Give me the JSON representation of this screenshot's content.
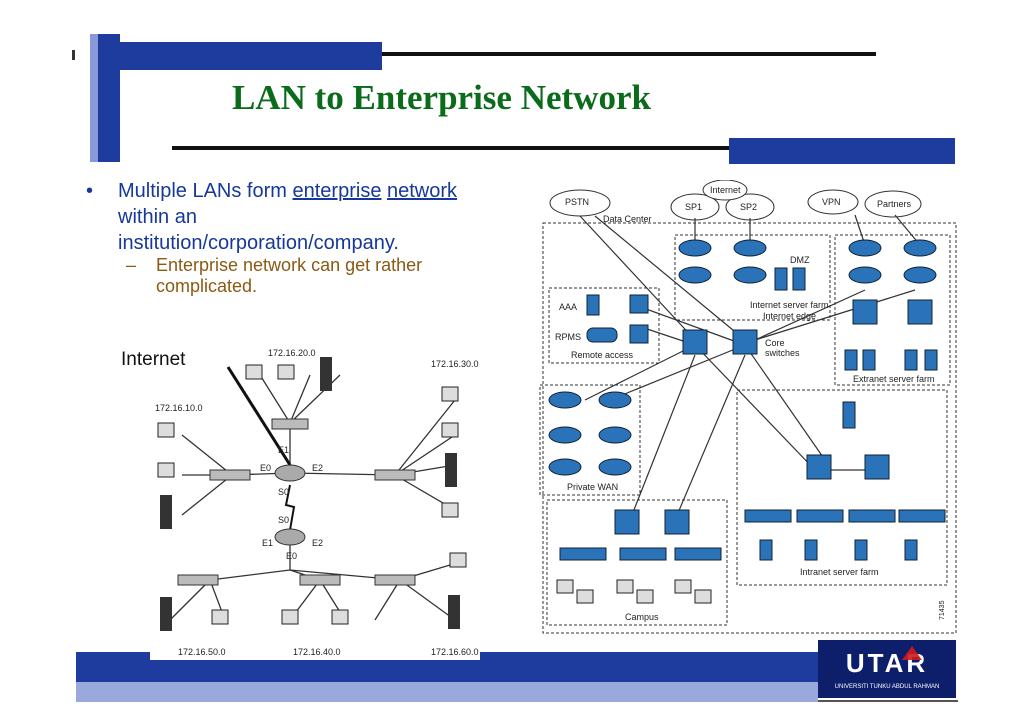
{
  "slide": {
    "title": "LAN to Enterprise Network",
    "bullet_marker": "•",
    "bullet1": {
      "pre": "Multiple LANs form ",
      "link1": "enterprise",
      "link2": "network",
      "post": " within an institution/corporation/company."
    },
    "bullet2": {
      "dash": "–",
      "text": "Enterprise network can get rather complicated."
    },
    "colors": {
      "title": "#0a6b1a",
      "bullet1": "#163899",
      "bullet2": "#8a5a12",
      "bar": "#1e3c9e"
    }
  },
  "lan_diagram": {
    "internet_label": "Internet",
    "subnets": [
      "172.16.20.0",
      "172.16.30.0",
      "172.16.10.0",
      "172.16.50.0",
      "172.16.40.0",
      "172.16.60.0"
    ],
    "router1_ports": [
      "E1",
      "E0",
      "E2",
      "S0"
    ],
    "router2_ports": [
      "S0",
      "E1",
      "E2",
      "E0"
    ]
  },
  "enterprise_diagram": {
    "labels": {
      "pstn": "PSTN",
      "internet": "Internet",
      "sp1": "SP1",
      "sp2": "SP2",
      "vpn": "VPN",
      "partners": "Partners",
      "data_center": "Data Center",
      "dmz": "DMZ",
      "internet_server_farm": "Internet server farm",
      "internet_edge": "Internet edge",
      "aaa": "AAA",
      "rpms": "RPMS",
      "remote_access": "Remote access",
      "core_switches": "Core switches",
      "extranet_server_farm": "Extranet server farm",
      "private_wan": "Private WAN",
      "intranet_server_farm": "Intranet server farm",
      "campus": "Campus",
      "figure_id": "71435"
    }
  },
  "logo": {
    "text": "UTAR",
    "subtitle": "UNIVERSITI TUNKU ABDUL RAHMAN"
  }
}
